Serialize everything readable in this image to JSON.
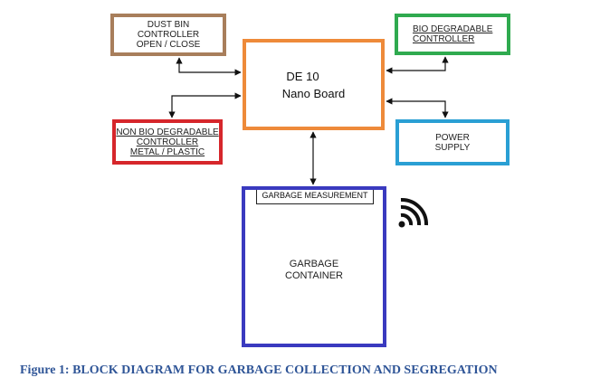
{
  "blocks": {
    "dust_bin": {
      "lines": [
        "DUST BIN",
        "CONTROLLER",
        "OPEN / CLOSE"
      ],
      "color": "#a87e5b"
    },
    "nano_board": {
      "lines": [
        "DE 10",
        "Nano Board"
      ],
      "color": "#ee8a3a"
    },
    "bio": {
      "lines": [
        "BIO DEGRADABLE",
        "CONTROLLER"
      ],
      "color": "#2faa4f"
    },
    "non_bio": {
      "lines": [
        "NON BIO DEGRADABLE",
        "CONTROLLER",
        "METAL / PLASTIC"
      ],
      "color": "#d6262b"
    },
    "power": {
      "lines": [
        "POWER",
        "SUPPLY"
      ],
      "color": "#2a9fd4"
    },
    "container": {
      "measurement": "GARBAGE MEASUREMENT",
      "lines": [
        "GARBAGE",
        "CONTAINER"
      ],
      "color": "#3a3abf"
    }
  },
  "wireless_icon": "wifi-signal-icon",
  "caption": "Figure 1: BLOCK DIAGRAM FOR GARBAGE COLLECTION AND SEGREGATION",
  "caption_color": "#2f5597"
}
